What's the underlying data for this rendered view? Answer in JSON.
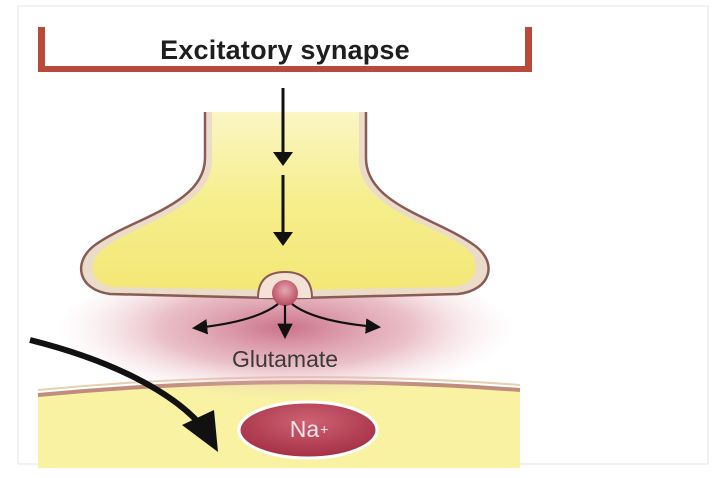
{
  "title": "Excitatory synapse",
  "neurotransmitter_label": "Glutamate",
  "ion": {
    "symbol": "Na",
    "charge": "+"
  },
  "colors": {
    "banner_bar": "#b84a3c",
    "terminal_fill": "#f7ef8a",
    "membrane": "#8a5b55",
    "cleft_glow": "#c5637c",
    "vesicle": "#c0485e",
    "ion_fill": "#b03a4e",
    "arrow": "#111111"
  },
  "icons": [
    "down-arrow-icon",
    "curved-arrow-icon"
  ]
}
